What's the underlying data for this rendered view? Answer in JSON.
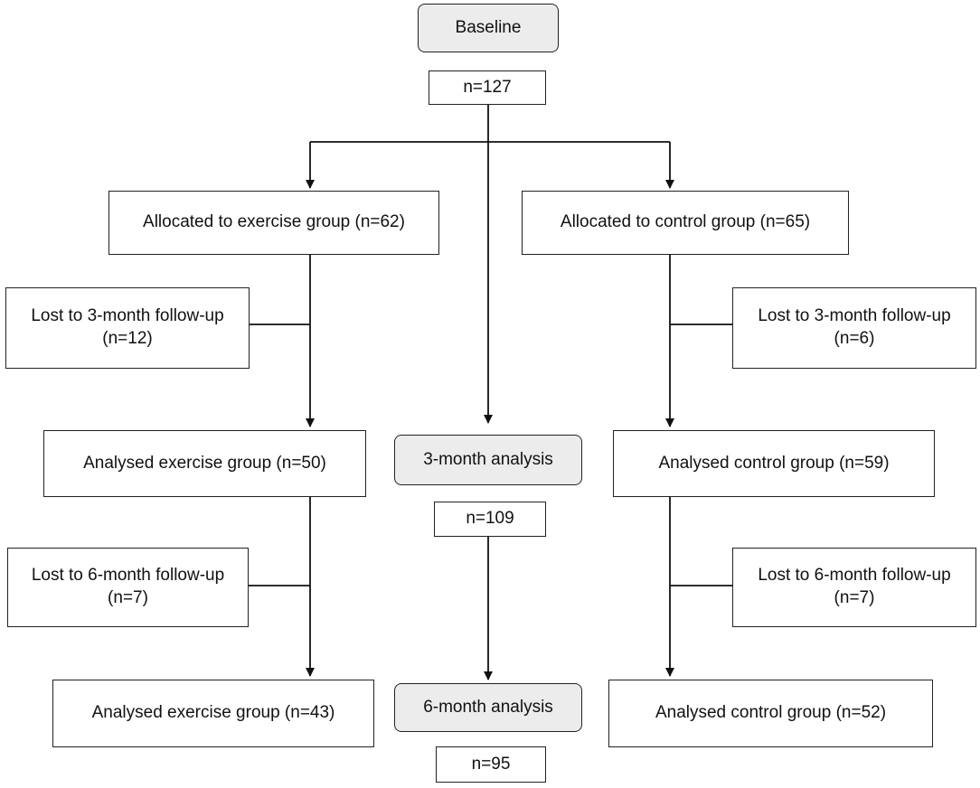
{
  "baseline": {
    "label": "Baseline",
    "n": "n=127"
  },
  "groups": {
    "exercise": {
      "allocated": "Allocated to exercise group (n=62)",
      "lost_3m": {
        "line1": "Lost to 3-month follow-up",
        "line2": "(n=12)"
      },
      "analysed_3m": "Analysed exercise group (n=50)",
      "lost_6m": {
        "line1": "Lost to 6-month follow-up",
        "line2": "(n=7)"
      },
      "analysed_6m": "Analysed exercise group (n=43)"
    },
    "control": {
      "allocated": "Allocated to control group (n=65)",
      "lost_3m": {
        "line1": "Lost to 3-month follow-up",
        "line2": "(n=6)"
      },
      "analysed_3m": "Analysed control group (n=59)",
      "lost_6m": {
        "line1": "Lost to 6-month follow-up",
        "line2": "(n=7)"
      },
      "analysed_6m": "Analysed control group (n=52)"
    }
  },
  "analysis_3m": {
    "label": "3-month analysis",
    "n": "n=109"
  },
  "analysis_6m": {
    "label": "6-month analysis",
    "n": "n=95"
  }
}
